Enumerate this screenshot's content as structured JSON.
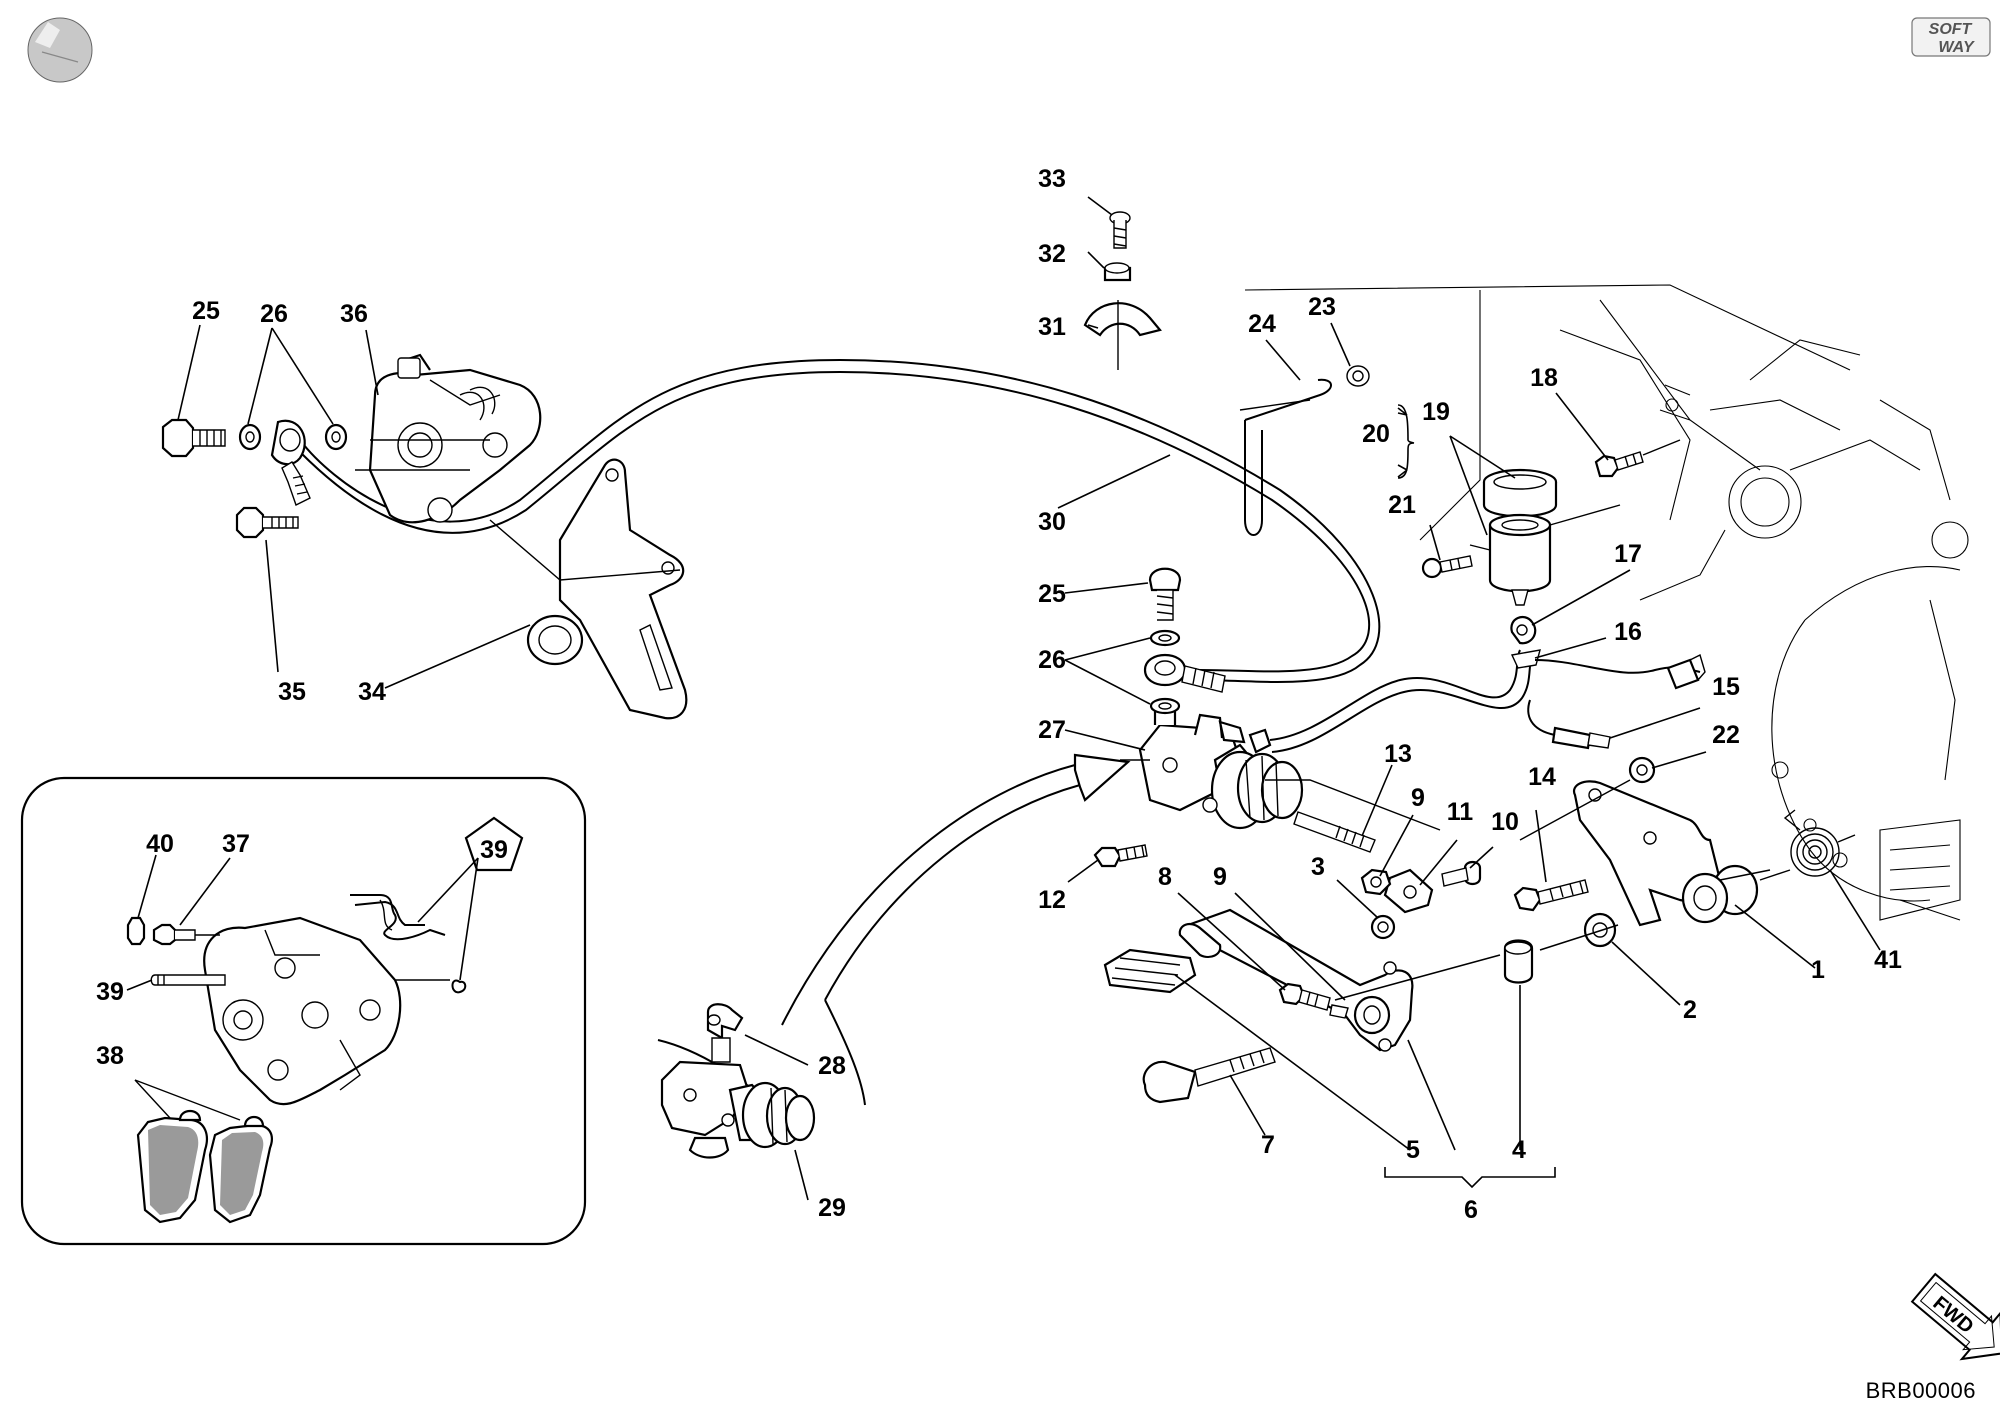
{
  "brand": {
    "line1": "SOFT",
    "line2": "WAY"
  },
  "fwd_label": "FWD",
  "drawing_code": "BRB00006",
  "callouts": [
    {
      "id": "c1",
      "text": "1"
    },
    {
      "id": "c2",
      "text": "2"
    },
    {
      "id": "c3",
      "text": "3"
    },
    {
      "id": "c4",
      "text": "4"
    },
    {
      "id": "c5",
      "text": "5"
    },
    {
      "id": "c6",
      "text": "6"
    },
    {
      "id": "c7",
      "text": "7"
    },
    {
      "id": "c8",
      "text": "8"
    },
    {
      "id": "c9a",
      "text": "9"
    },
    {
      "id": "c9b",
      "text": "9"
    },
    {
      "id": "c10",
      "text": "10"
    },
    {
      "id": "c11",
      "text": "11"
    },
    {
      "id": "c12",
      "text": "12"
    },
    {
      "id": "c13",
      "text": "13"
    },
    {
      "id": "c14",
      "text": "14"
    },
    {
      "id": "c15",
      "text": "15"
    },
    {
      "id": "c16",
      "text": "16"
    },
    {
      "id": "c17",
      "text": "17"
    },
    {
      "id": "c18",
      "text": "18"
    },
    {
      "id": "c19",
      "text": "19"
    },
    {
      "id": "c20",
      "text": "20"
    },
    {
      "id": "c21",
      "text": "21"
    },
    {
      "id": "c22",
      "text": "22"
    },
    {
      "id": "c23",
      "text": "23"
    },
    {
      "id": "c24",
      "text": "24"
    },
    {
      "id": "c25a",
      "text": "25"
    },
    {
      "id": "c25b",
      "text": "25"
    },
    {
      "id": "c26a",
      "text": "26"
    },
    {
      "id": "c26b",
      "text": "26"
    },
    {
      "id": "c27",
      "text": "27"
    },
    {
      "id": "c28",
      "text": "28"
    },
    {
      "id": "c29",
      "text": "29"
    },
    {
      "id": "c30",
      "text": "30"
    },
    {
      "id": "c31",
      "text": "31"
    },
    {
      "id": "c32",
      "text": "32"
    },
    {
      "id": "c33",
      "text": "33"
    },
    {
      "id": "c34",
      "text": "34"
    },
    {
      "id": "c35",
      "text": "35"
    },
    {
      "id": "c36",
      "text": "36"
    },
    {
      "id": "c37",
      "text": "37"
    },
    {
      "id": "c38",
      "text": "38"
    },
    {
      "id": "c39a",
      "text": "39"
    },
    {
      "id": "c40",
      "text": "40"
    }
  ],
  "kit_badge": "39"
}
